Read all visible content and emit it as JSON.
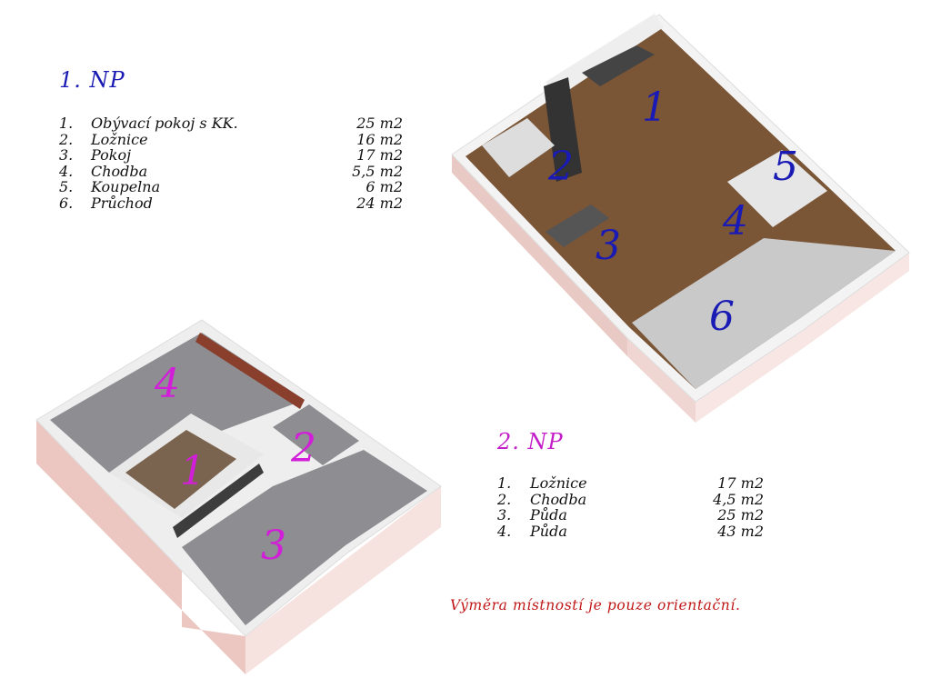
{
  "floor1": {
    "title": "1. NP",
    "rooms": [
      {
        "num": "1.",
        "name": "Obývací pokoj s KK.",
        "area": "25 m2"
      },
      {
        "num": "2.",
        "name": "Ložnice",
        "area": "16 m2"
      },
      {
        "num": "3.",
        "name": "Pokoj",
        "area": "17 m2"
      },
      {
        "num": "4.",
        "name": "Chodba",
        "area": "5,5 m2"
      },
      {
        "num": "5.",
        "name": "Koupelna",
        "area": "6 m2"
      },
      {
        "num": "6.",
        "name": "Průchod",
        "area": "24 m2"
      }
    ],
    "plan_labels": [
      "1",
      "2",
      "3",
      "4",
      "5",
      "6"
    ],
    "label_color": "#1a1ab4"
  },
  "floor2": {
    "title": "2. NP",
    "rooms": [
      {
        "num": "1.",
        "name": "Ložnice",
        "area": "17 m2"
      },
      {
        "num": "2.",
        "name": "Chodba",
        "area": "4,5 m2"
      },
      {
        "num": "3.",
        "name": "Půda",
        "area": "25 m2"
      },
      {
        "num": "4.",
        "name": "Půda",
        "area": "43 m2"
      }
    ],
    "plan_labels": [
      "1",
      "2",
      "3",
      "4"
    ],
    "label_color": "#d21ed8"
  },
  "note": "Výměra místností je pouze orientační."
}
